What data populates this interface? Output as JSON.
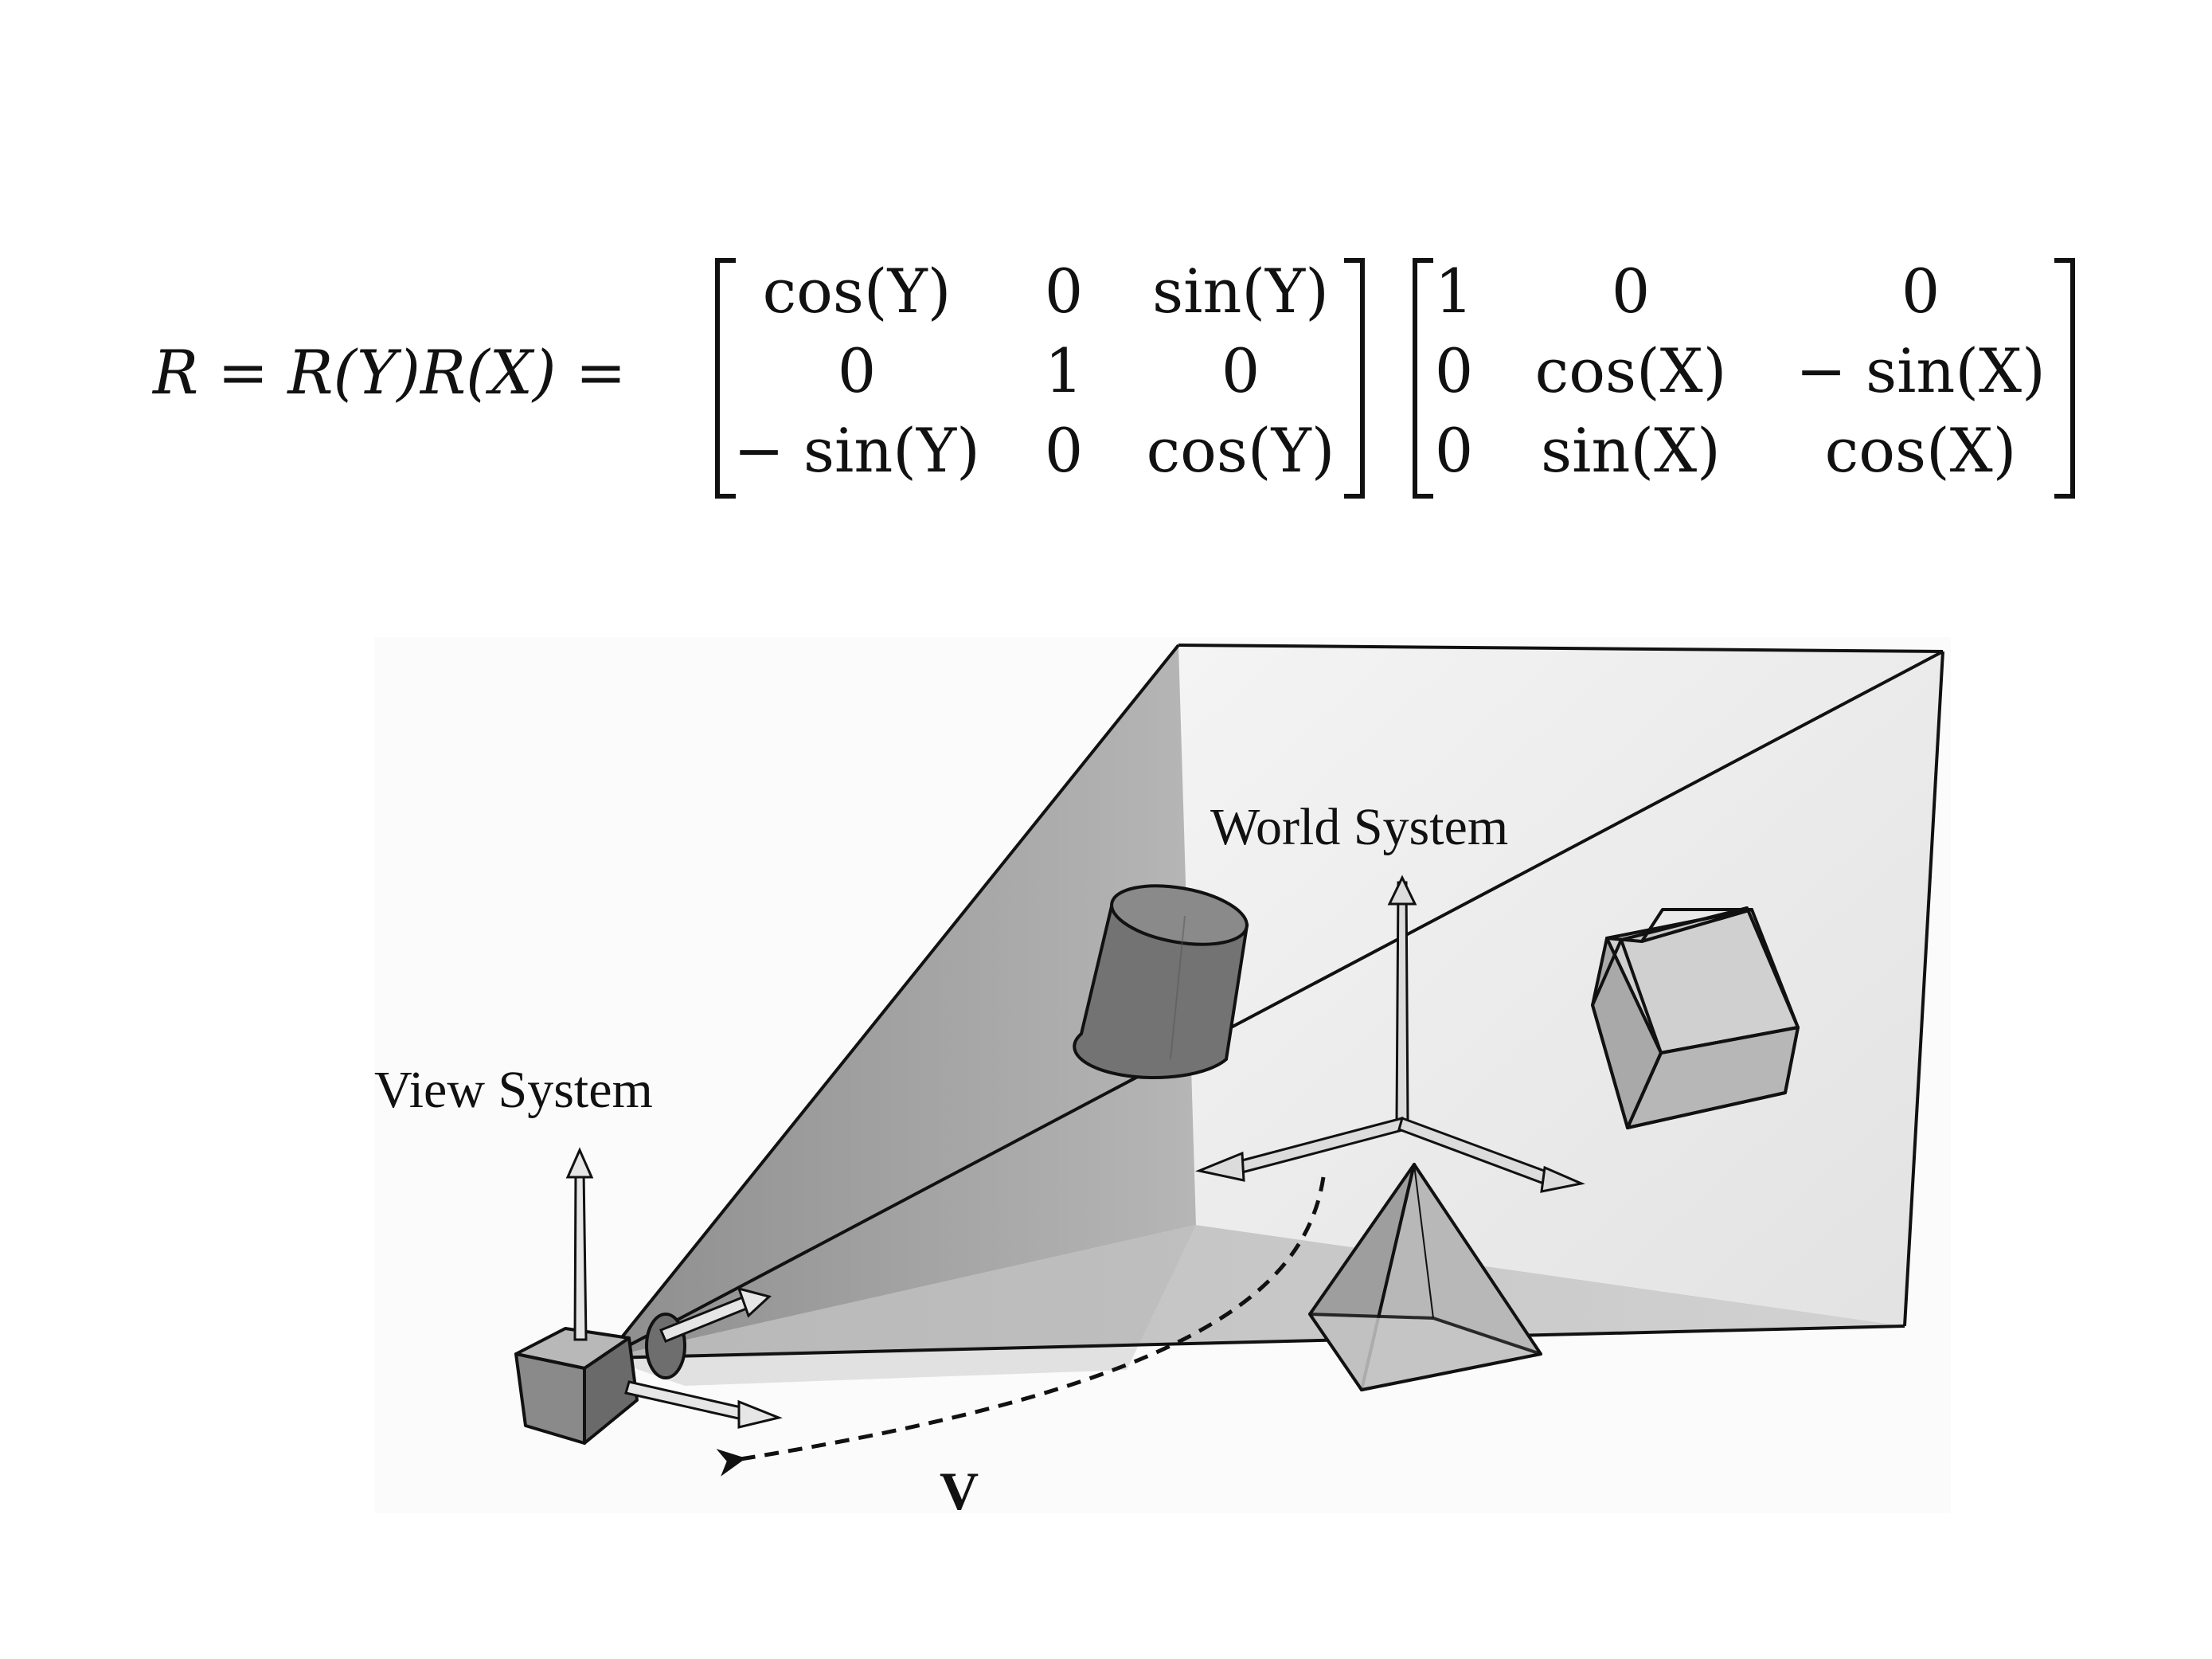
{
  "equation": {
    "lhs": "R = R(Y)R(X) =",
    "matrix_y": [
      [
        "cos(Y)",
        "0",
        "sin(Y)"
      ],
      [
        "0",
        "1",
        "0"
      ],
      [
        "− sin(Y)",
        "0",
        "cos(Y)"
      ]
    ],
    "matrix_x": [
      [
        "1",
        "0",
        "0"
      ],
      [
        "0",
        "cos(X)",
        "− sin(X)"
      ],
      [
        "0",
        "sin(X)",
        "cos(X)"
      ]
    ]
  },
  "diagram": {
    "world_label": "World System",
    "view_label": "View System",
    "arc_label": "V"
  },
  "colors": {
    "ink": "#111111",
    "floor": "#c6c6c6",
    "back_wall": "#eeeeee",
    "left_wall": "#a8a8a8",
    "cylinder": "#7c7c7c",
    "cube": "#c4c4c4",
    "pyramid": "#b4b4b4"
  }
}
